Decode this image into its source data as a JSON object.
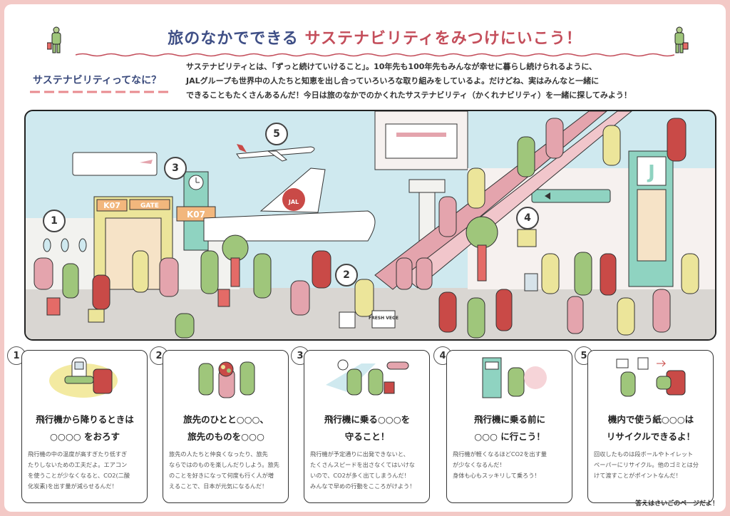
{
  "title": {
    "part1": "旅のなかでできる",
    "part2": "サステナビリティをみつけにいこう！"
  },
  "what_heading": "サステナビリティってなに？",
  "intro": {
    "line1": "サステナビリティとは、「ずっと続けていけること」。10年先も100年先もみんなが幸せに暮らし続けられるように、",
    "line2": "JALグループも世界中の人たちと知恵を出し合っていろいろな取り組みをしているよ。だけどね、実はみんなと一緒に",
    "line3": "できることもたくさんあるんだ！今日は旅のなかでのかくれたサステナビリティ（かくれナビリティ）を一緒に探してみよう！"
  },
  "scene": {
    "gate_label": "GATE",
    "gate_code": "K07",
    "tower_sign": "K07",
    "gate_letter": "J",
    "tail_logo": "JAL",
    "bag_label": "FRESH VEGE",
    "markers": [
      "1",
      "2",
      "3",
      "4",
      "5"
    ]
  },
  "panels": [
    {
      "num": "1",
      "q1": "飛行機から降りるときは",
      "q2": "○○○○ をおろす",
      "desc": [
        "飛行機の中の温度が高すぎたり低すぎ",
        "たりしないための工夫だよ。エアコン",
        "を使うことが少なくなると、CO2(二酸",
        "化炭素)を出す量が減らせるんだ！"
      ]
    },
    {
      "num": "2",
      "q1": "旅先のひとと○○○、",
      "q2": "旅先のものを○○○",
      "desc": [
        "旅先の人たちと仲良くなったり、旅先",
        "ならではのものを楽しんだりしよう。旅先",
        "のことを好きになって何度も行く人が増",
        "えることで、日本が元気になるんだ！"
      ]
    },
    {
      "num": "3",
      "q1": "飛行機に乗る○○○を",
      "q2": "守ること！",
      "desc": [
        "飛行機が予定通りに出発できないと、",
        "たくさんスピードを出さなくてはいけな",
        "いので、CO2が多く出てしまうんだ！",
        "みんなで早めの行動をこころがけよう！"
      ]
    },
    {
      "num": "4",
      "q1": "飛行機に乗る前に",
      "q2": "○○○ に行こう！",
      "desc": [
        "飛行機が軽くなるほどCO2を出す量",
        "が少なくなるんだ！",
        "身体も心もスッキリして乗ろう！"
      ]
    },
    {
      "num": "5",
      "q1": "機内で使う紙○○○は",
      "q2": "リサイクルできるよ！",
      "desc": [
        "回収したものは段ボールやトイレット",
        "ペーパーにリサイクル。他のゴミとは分",
        "けて渡すことがポイントなんだ！"
      ]
    }
  ],
  "answer_note": "答えはさいごのページだよ！",
  "colors": {
    "frame": "#f3c9c6",
    "title_blue": "#3f4f86",
    "title_red": "#c44e5b",
    "sky": "#cfe9ef",
    "pink": "#e4a4ad",
    "green": "#9fc67b",
    "yellow": "#ece59a",
    "red": "#c94a47",
    "floor": "#d9d6d2"
  }
}
